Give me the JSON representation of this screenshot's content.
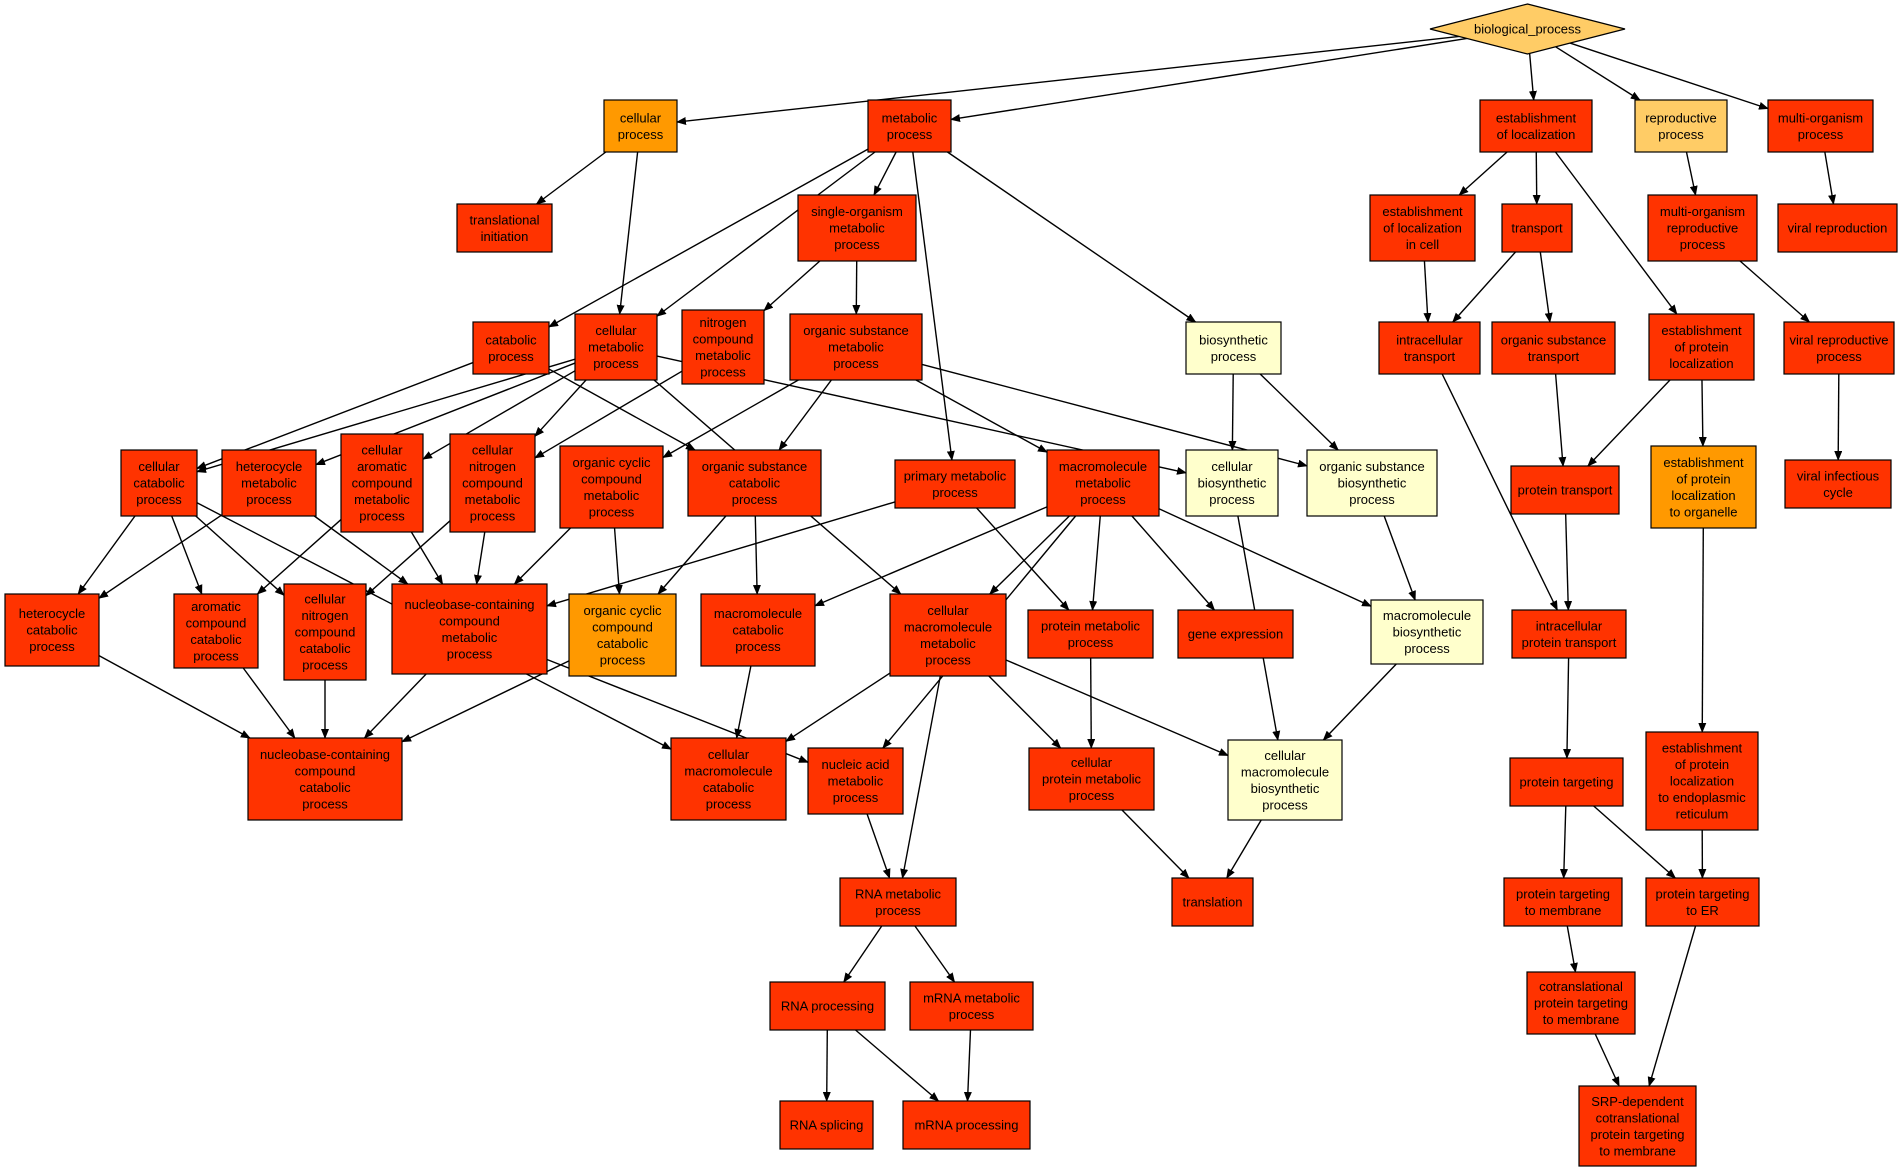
{
  "colors": {
    "red": "#ff3300",
    "orange": "#ff9900",
    "lightorange": "#ffcc66",
    "cream": "#ffffcc",
    "root": "#ffcc66",
    "edge": "#000000"
  },
  "nodes": [
    {
      "id": "bp",
      "shape": "diamond",
      "color": "root",
      "lines": [
        "biological_process"
      ]
    },
    {
      "id": "cp",
      "color": "orange",
      "lines": [
        "cellular",
        "process"
      ]
    },
    {
      "id": "mp",
      "color": "red",
      "lines": [
        "metabolic",
        "process"
      ]
    },
    {
      "id": "eol",
      "color": "red",
      "lines": [
        "establishment",
        "of localization"
      ]
    },
    {
      "id": "rp",
      "color": "lightorange",
      "lines": [
        "reproductive",
        "process"
      ]
    },
    {
      "id": "mop",
      "color": "red",
      "lines": [
        "multi-organism",
        "process"
      ]
    },
    {
      "id": "ti",
      "color": "red",
      "lines": [
        "translational",
        "initiation"
      ]
    },
    {
      "id": "smmp",
      "color": "red",
      "lines": [
        "single-organism",
        "metabolic",
        "process"
      ]
    },
    {
      "id": "eolc",
      "color": "red",
      "lines": [
        "establishment",
        "of localization",
        "in cell"
      ]
    },
    {
      "id": "tr",
      "color": "red",
      "lines": [
        "transport"
      ]
    },
    {
      "id": "morp",
      "color": "red",
      "lines": [
        "multi-organism",
        "reproductive",
        "process"
      ]
    },
    {
      "id": "vr",
      "color": "red",
      "lines": [
        "viral reproduction"
      ]
    },
    {
      "id": "catp",
      "color": "red",
      "lines": [
        "catabolic",
        "process"
      ]
    },
    {
      "id": "cmp",
      "color": "red",
      "lines": [
        "cellular",
        "metabolic",
        "process"
      ]
    },
    {
      "id": "ncmp",
      "color": "red",
      "lines": [
        "nitrogen",
        "compound",
        "metabolic",
        "process"
      ]
    },
    {
      "id": "osmp",
      "color": "red",
      "lines": [
        "organic substance",
        "metabolic",
        "process"
      ]
    },
    {
      "id": "bsp",
      "color": "cream",
      "lines": [
        "biosynthetic",
        "process"
      ]
    },
    {
      "id": "ict",
      "color": "red",
      "lines": [
        "intracellular",
        "transport"
      ]
    },
    {
      "id": "ost",
      "color": "red",
      "lines": [
        "organic substance",
        "transport"
      ]
    },
    {
      "id": "epl",
      "color": "red",
      "lines": [
        "establishment",
        "of protein",
        "localization"
      ]
    },
    {
      "id": "vrp",
      "color": "red",
      "lines": [
        "viral reproductive",
        "process"
      ]
    },
    {
      "id": "ccp",
      "color": "red",
      "lines": [
        "cellular",
        "catabolic",
        "process"
      ]
    },
    {
      "id": "hmp",
      "color": "red",
      "lines": [
        "heterocycle",
        "metabolic",
        "process"
      ]
    },
    {
      "id": "cacmp",
      "color": "red",
      "lines": [
        "cellular",
        "aromatic",
        "compound",
        "metabolic",
        "process"
      ]
    },
    {
      "id": "cncmp",
      "color": "red",
      "lines": [
        "cellular",
        "nitrogen",
        "compound",
        "metabolic",
        "process"
      ]
    },
    {
      "id": "occmp",
      "color": "red",
      "lines": [
        "organic cyclic",
        "compound",
        "metabolic",
        "process"
      ]
    },
    {
      "id": "oscp",
      "color": "red",
      "lines": [
        "organic substance",
        "catabolic",
        "process"
      ]
    },
    {
      "id": "pmp",
      "color": "red",
      "lines": [
        "primary metabolic",
        "process"
      ]
    },
    {
      "id": "mmp",
      "color": "red",
      "lines": [
        "macromolecule",
        "metabolic",
        "process"
      ]
    },
    {
      "id": "cbp",
      "color": "cream",
      "lines": [
        "cellular",
        "biosynthetic",
        "process"
      ]
    },
    {
      "id": "osbp",
      "color": "cream",
      "lines": [
        "organic substance",
        "biosynthetic",
        "process"
      ]
    },
    {
      "id": "pt",
      "color": "red",
      "lines": [
        "protein transport"
      ]
    },
    {
      "id": "eplo",
      "color": "orange",
      "lines": [
        "establishment",
        "of protein",
        "localization",
        "to organelle"
      ]
    },
    {
      "id": "vic",
      "color": "red",
      "lines": [
        "viral infectious",
        "cycle"
      ]
    },
    {
      "id": "hcp",
      "color": "red",
      "lines": [
        "heterocycle",
        "catabolic",
        "process"
      ]
    },
    {
      "id": "accp",
      "color": "red",
      "lines": [
        "aromatic",
        "compound",
        "catabolic",
        "process"
      ]
    },
    {
      "id": "cnccp",
      "color": "red",
      "lines": [
        "cellular",
        "nitrogen",
        "compound",
        "catabolic",
        "process"
      ]
    },
    {
      "id": "nbcmp",
      "color": "red",
      "lines": [
        "nucleobase-containing",
        "compound",
        "metabolic",
        "process"
      ]
    },
    {
      "id": "occcp",
      "color": "orange",
      "lines": [
        "organic cyclic",
        "compound",
        "catabolic",
        "process"
      ]
    },
    {
      "id": "mcp",
      "color": "red",
      "lines": [
        "macromolecule",
        "catabolic",
        "process"
      ]
    },
    {
      "id": "cmmp",
      "color": "red",
      "lines": [
        "cellular",
        "macromolecule",
        "metabolic",
        "process"
      ]
    },
    {
      "id": "prmp",
      "color": "red",
      "lines": [
        "protein metabolic",
        "process"
      ]
    },
    {
      "id": "ge",
      "color": "red",
      "lines": [
        "gene expression"
      ]
    },
    {
      "id": "mbp",
      "color": "cream",
      "lines": [
        "macromolecule",
        "biosynthetic",
        "process"
      ]
    },
    {
      "id": "ipt",
      "color": "red",
      "lines": [
        "intracellular",
        "protein transport"
      ]
    },
    {
      "id": "nbccp",
      "color": "red",
      "lines": [
        "nucleobase-containing",
        "compound",
        "catabolic",
        "process"
      ]
    },
    {
      "id": "cmcp",
      "color": "red",
      "lines": [
        "cellular",
        "macromolecule",
        "catabolic",
        "process"
      ]
    },
    {
      "id": "namp",
      "color": "red",
      "lines": [
        "nucleic acid",
        "metabolic",
        "process"
      ]
    },
    {
      "id": "cpmp",
      "color": "red",
      "lines": [
        "cellular",
        "protein metabolic",
        "process"
      ]
    },
    {
      "id": "cmbp",
      "color": "cream",
      "lines": [
        "cellular",
        "macromolecule",
        "biosynthetic",
        "process"
      ]
    },
    {
      "id": "ptg",
      "color": "red",
      "lines": [
        "protein targeting"
      ]
    },
    {
      "id": "eper",
      "color": "red",
      "lines": [
        "establishment",
        "of protein",
        "localization",
        "to endoplasmic",
        "reticulum"
      ]
    },
    {
      "id": "rmp",
      "color": "red",
      "lines": [
        "RNA metabolic",
        "process"
      ]
    },
    {
      "id": "tl",
      "color": "red",
      "lines": [
        "translation"
      ]
    },
    {
      "id": "ptm",
      "color": "red",
      "lines": [
        "protein targeting",
        "to membrane"
      ]
    },
    {
      "id": "pter",
      "color": "red",
      "lines": [
        "protein targeting",
        "to ER"
      ]
    },
    {
      "id": "rnap",
      "color": "red",
      "lines": [
        "RNA processing"
      ]
    },
    {
      "id": "mrmp",
      "color": "red",
      "lines": [
        "mRNA metabolic",
        "process"
      ]
    },
    {
      "id": "ctpt",
      "color": "red",
      "lines": [
        "cotranslational",
        "protein targeting",
        "to membrane"
      ]
    },
    {
      "id": "rs",
      "color": "red",
      "lines": [
        "RNA splicing"
      ]
    },
    {
      "id": "mrp",
      "color": "red",
      "lines": [
        "mRNA processing"
      ]
    },
    {
      "id": "srp",
      "color": "red",
      "lines": [
        "SRP-dependent",
        "cotranslational",
        "protein targeting",
        "to membrane"
      ]
    }
  ],
  "edges": [
    [
      "bp",
      "cp"
    ],
    [
      "bp",
      "mp"
    ],
    [
      "bp",
      "eol"
    ],
    [
      "bp",
      "rp"
    ],
    [
      "bp",
      "mop"
    ],
    [
      "cp",
      "ti"
    ],
    [
      "cp",
      "cmp"
    ],
    [
      "mp",
      "smmp"
    ],
    [
      "mp",
      "catp"
    ],
    [
      "mp",
      "cmp"
    ],
    [
      "mp",
      "pmp"
    ],
    [
      "mp",
      "bsp"
    ],
    [
      "eol",
      "eolc"
    ],
    [
      "eol",
      "tr"
    ],
    [
      "eol",
      "epl"
    ],
    [
      "rp",
      "morp"
    ],
    [
      "mop",
      "vr"
    ],
    [
      "morp",
      "vrp"
    ],
    [
      "vrp",
      "vic"
    ],
    [
      "smmp",
      "ncmp"
    ],
    [
      "smmp",
      "osmp"
    ],
    [
      "eolc",
      "ict"
    ],
    [
      "tr",
      "ict"
    ],
    [
      "tr",
      "ost"
    ],
    [
      "catp",
      "ccp"
    ],
    [
      "catp",
      "oscp"
    ],
    [
      "cmp",
      "ccp"
    ],
    [
      "cmp",
      "hmp"
    ],
    [
      "cmp",
      "cacmp"
    ],
    [
      "cmp",
      "cncmp"
    ],
    [
      "cmp",
      "cbp"
    ],
    [
      "cmp",
      "cmmp"
    ],
    [
      "ncmp",
      "cncmp"
    ],
    [
      "osmp",
      "occmp"
    ],
    [
      "osmp",
      "oscp"
    ],
    [
      "osmp",
      "mmp"
    ],
    [
      "osmp",
      "osbp"
    ],
    [
      "bsp",
      "cbp"
    ],
    [
      "bsp",
      "osbp"
    ],
    [
      "ict",
      "ipt"
    ],
    [
      "ost",
      "pt"
    ],
    [
      "epl",
      "pt"
    ],
    [
      "epl",
      "eplo"
    ],
    [
      "ccp",
      "hcp"
    ],
    [
      "ccp",
      "accp"
    ],
    [
      "ccp",
      "cnccp"
    ],
    [
      "ccp",
      "cmcp"
    ],
    [
      "hmp",
      "hcp"
    ],
    [
      "hmp",
      "nbcmp"
    ],
    [
      "cacmp",
      "accp"
    ],
    [
      "cacmp",
      "nbcmp"
    ],
    [
      "cncmp",
      "cnccp"
    ],
    [
      "cncmp",
      "nbcmp"
    ],
    [
      "occmp",
      "occcp"
    ],
    [
      "occmp",
      "nbcmp"
    ],
    [
      "oscp",
      "occcp"
    ],
    [
      "oscp",
      "mcp"
    ],
    [
      "pmp",
      "prmp"
    ],
    [
      "pmp",
      "nbcmp"
    ],
    [
      "mmp",
      "mcp"
    ],
    [
      "mmp",
      "cmmp"
    ],
    [
      "mmp",
      "prmp"
    ],
    [
      "mmp",
      "ge"
    ],
    [
      "mmp",
      "mbp"
    ],
    [
      "mmp",
      "namp"
    ],
    [
      "cbp",
      "cmbp"
    ],
    [
      "osbp",
      "mbp"
    ],
    [
      "mbp",
      "cmbp"
    ],
    [
      "pt",
      "ipt"
    ],
    [
      "eplo",
      "eper"
    ],
    [
      "hcp",
      "nbccp"
    ],
    [
      "accp",
      "nbccp"
    ],
    [
      "cnccp",
      "nbccp"
    ],
    [
      "occcp",
      "nbccp"
    ],
    [
      "nbcmp",
      "nbccp"
    ],
    [
      "nbcmp",
      "namp"
    ],
    [
      "mcp",
      "cmcp"
    ],
    [
      "cmmp",
      "cmcp"
    ],
    [
      "cmmp",
      "cpmp"
    ],
    [
      "cmmp",
      "cmbp"
    ],
    [
      "cmmp",
      "rmp"
    ],
    [
      "prmp",
      "cpmp"
    ],
    [
      "ipt",
      "ptg"
    ],
    [
      "namp",
      "rmp"
    ],
    [
      "cpmp",
      "tl"
    ],
    [
      "cmbp",
      "tl"
    ],
    [
      "ptg",
      "ptm"
    ],
    [
      "ptg",
      "pter"
    ],
    [
      "eper",
      "pter"
    ],
    [
      "rmp",
      "rnap"
    ],
    [
      "rmp",
      "mrmp"
    ],
    [
      "ptm",
      "ctpt"
    ],
    [
      "rnap",
      "rs"
    ],
    [
      "rnap",
      "mrp"
    ],
    [
      "mrmp",
      "mrp"
    ],
    [
      "ctpt",
      "srp"
    ],
    [
      "pter",
      "srp"
    ]
  ]
}
